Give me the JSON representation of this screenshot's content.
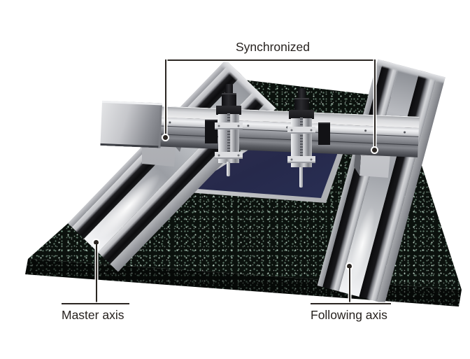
{
  "labels": {
    "synchronized": "Synchronized",
    "master_axis": "Master axis",
    "following_axis": "Following axis"
  },
  "colors": {
    "background": "#ffffff",
    "text": "#27221f",
    "leader_line": "#2b2622",
    "granite": "#0b110d",
    "granite_speckle": "#9ab0a2",
    "metal_bright": "#f2f3f5",
    "metal_mid": "#a2a4aa",
    "metal_dark": "#5f6167",
    "rail_black": "#121215",
    "motor_black": "#17171a",
    "substrate_blue": "#2b355e",
    "substrate_purple": "#46415e",
    "frame_silver": "#d4d5d8"
  }
}
